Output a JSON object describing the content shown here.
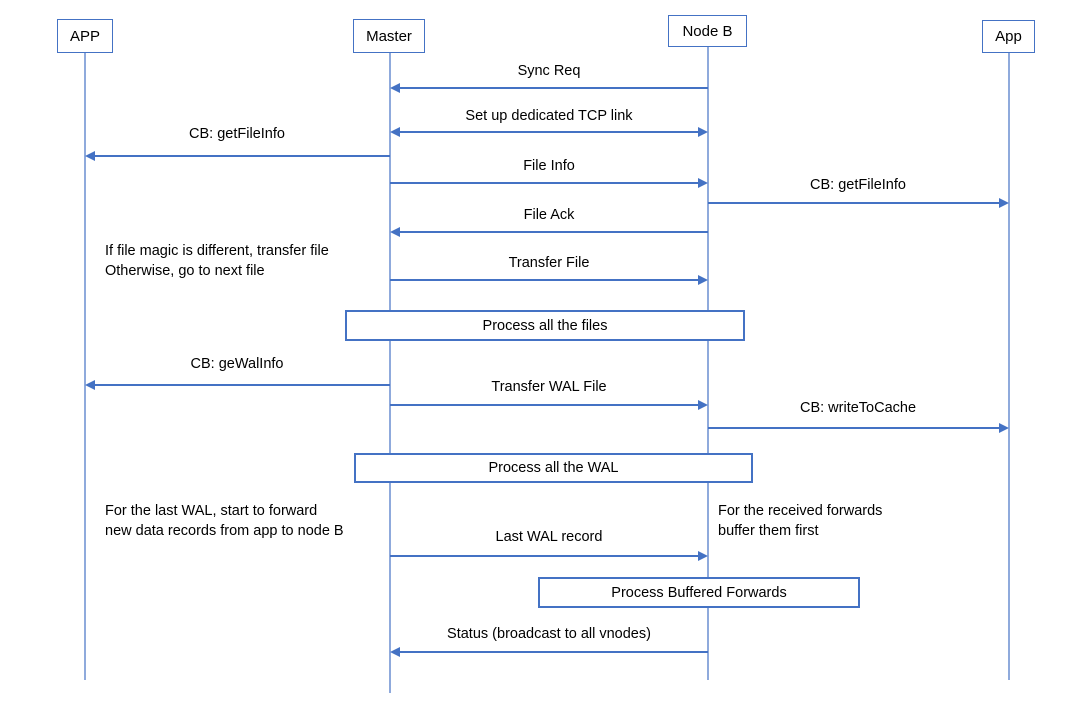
{
  "diagram": {
    "type": "sequence-diagram",
    "colors": {
      "arrow": "#4472C4",
      "lifeline": "#8FAADC",
      "box_border": "#4472C4",
      "box_fill": "#FFFFFF",
      "text": "#000000",
      "background": "#FFFFFF"
    },
    "actors": [
      {
        "id": "app-left",
        "label": "APP"
      },
      {
        "id": "master",
        "label": "Master"
      },
      {
        "id": "node-b",
        "label": "Node B"
      },
      {
        "id": "app-right",
        "label": "App"
      }
    ],
    "messages": [
      {
        "label": "Sync Req",
        "from": "node-b",
        "to": "master",
        "direction": "left"
      },
      {
        "label": "Set up dedicated TCP link",
        "from": "master",
        "to": "node-b",
        "direction": "both"
      },
      {
        "label": "CB: getFileInfo",
        "from": "master",
        "to": "app-left",
        "direction": "left"
      },
      {
        "label": "File Info",
        "from": "master",
        "to": "node-b",
        "direction": "right"
      },
      {
        "label": "CB: getFileInfo",
        "from": "node-b",
        "to": "app-right",
        "direction": "right"
      },
      {
        "label": "File Ack",
        "from": "node-b",
        "to": "master",
        "direction": "left"
      },
      {
        "label": "Transfer File",
        "from": "master",
        "to": "node-b",
        "direction": "right"
      },
      {
        "label": "CB: geWalInfo",
        "from": "master",
        "to": "app-left",
        "direction": "left"
      },
      {
        "label": "Transfer WAL File",
        "from": "master",
        "to": "node-b",
        "direction": "right"
      },
      {
        "label": "CB: writeToCache",
        "from": "node-b",
        "to": "app-right",
        "direction": "right"
      },
      {
        "label": "Last WAL record",
        "from": "master",
        "to": "node-b",
        "direction": "right"
      },
      {
        "label": "Status (broadcast to all vnodes)",
        "from": "node-b",
        "to": "master",
        "direction": "left"
      }
    ],
    "process_boxes": [
      {
        "label": "Process all the files"
      },
      {
        "label": "Process all the WAL"
      },
      {
        "label": "Process Buffered Forwards"
      }
    ],
    "annotations": [
      {
        "lines": [
          "If file magic is different, transfer file",
          "Otherwise, go to next file"
        ]
      },
      {
        "lines": [
          "For the last WAL, start to forward",
          "new data records from app to node B"
        ]
      },
      {
        "lines": [
          "For the received forwards",
          "buffer them first"
        ]
      }
    ]
  }
}
